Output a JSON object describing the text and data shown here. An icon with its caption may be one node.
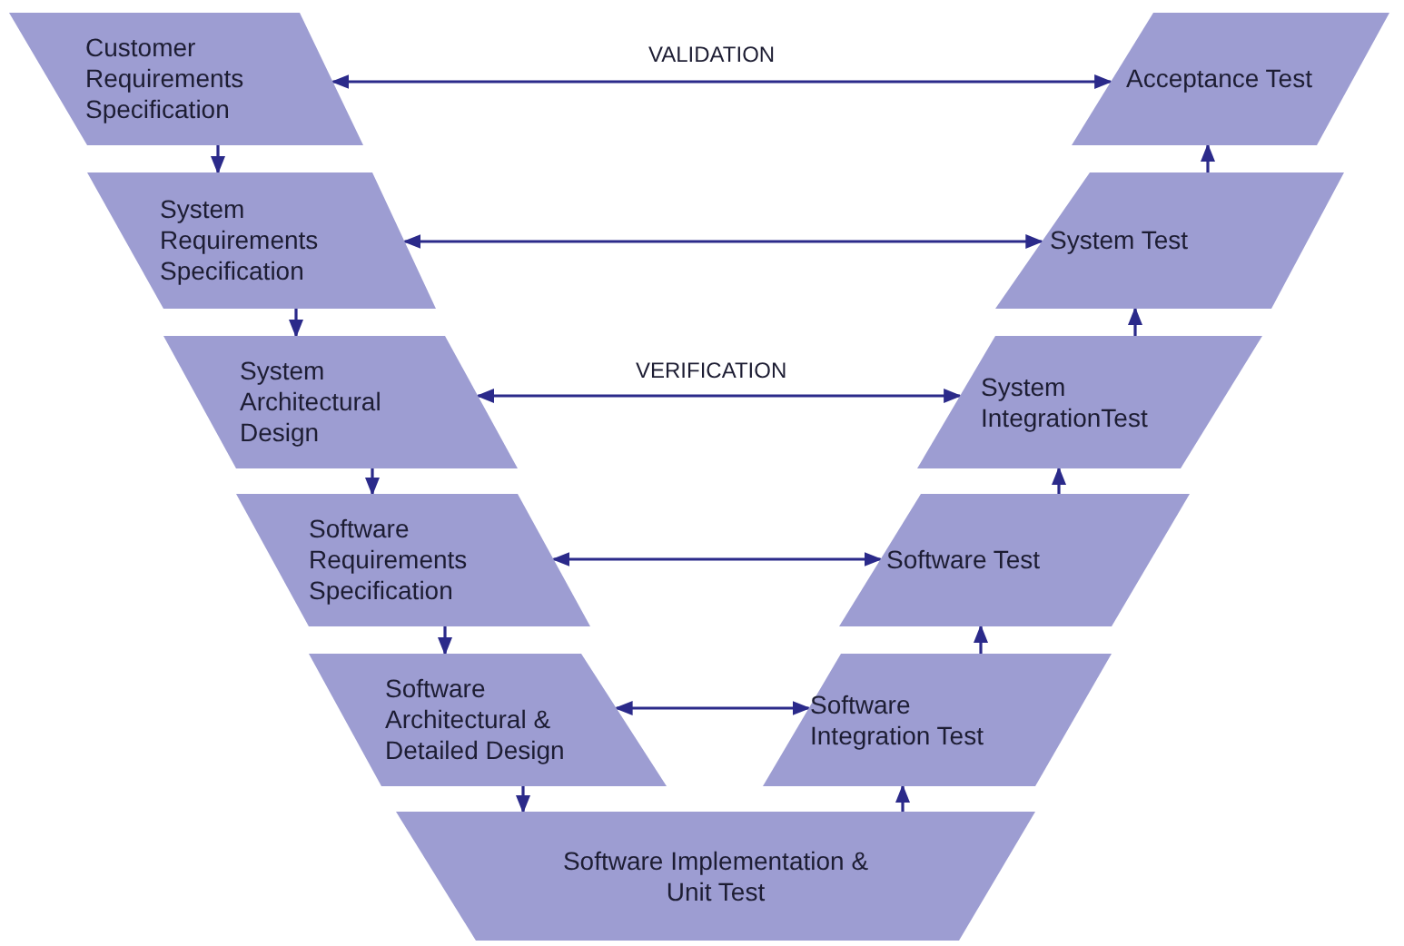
{
  "diagram": {
    "nodes": [
      {
        "text": [
          "Customer Requirements Specification"
        ]
      },
      {
        "text": [
          "System Requirements Specification"
        ]
      },
      {
        "text": [
          "System Architectural Design"
        ]
      },
      {
        "text": [
          "Software Requirements Specification"
        ]
      },
      {
        "text": [
          "Software Architectural & Detailed Design"
        ]
      },
      {
        "text": [
          "Software Implementation & Unit Test"
        ]
      },
      {
        "text": [
          "Acceptance Test"
        ]
      },
      {
        "text": [
          "System Test"
        ]
      },
      {
        "text": [
          "System IntegrationTest"
        ]
      },
      {
        "text": [
          "Software Test"
        ]
      },
      {
        "text": [
          "Software Integration Test"
        ]
      }
    ],
    "edges": [
      {
        "from": 0,
        "to": 1,
        "arrow": "to"
      },
      {
        "from": 1,
        "to": 2,
        "arrow": "to"
      },
      {
        "from": 2,
        "to": 3,
        "arrow": "to"
      },
      {
        "from": 3,
        "to": 4,
        "arrow": "to"
      },
      {
        "from": 4,
        "to": 5,
        "arrow": "to"
      },
      {
        "from": 5,
        "to": 10,
        "arrow": "to"
      },
      {
        "from": 10,
        "to": 9,
        "arrow": "to"
      },
      {
        "from": 9,
        "to": 8,
        "arrow": "to"
      },
      {
        "from": 8,
        "to": 7,
        "arrow": "to"
      },
      {
        "from": 7,
        "to": 6,
        "arrow": "to"
      },
      {
        "from": 0,
        "to": 6,
        "arrow": "both",
        "label": "VALIDATION"
      },
      {
        "from": 1,
        "to": 7,
        "arrow": "both"
      },
      {
        "from": 2,
        "to": 8,
        "arrow": "both",
        "label": "VERIFICATION"
      },
      {
        "from": 3,
        "to": 9,
        "arrow": "both"
      },
      {
        "from": 4,
        "to": 10,
        "arrow": "both"
      }
    ]
  }
}
